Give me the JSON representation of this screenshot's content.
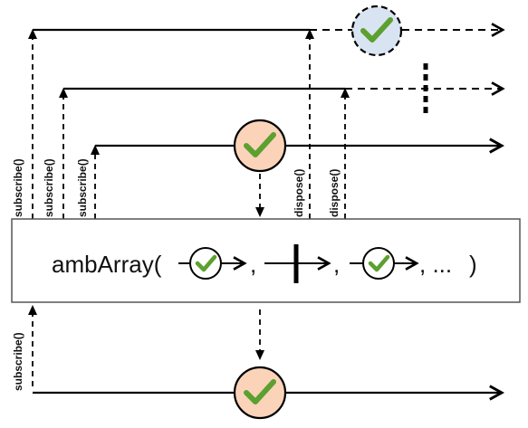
{
  "operator": {
    "name": "ambArray(",
    "separator": ",",
    "ellipsis": ", ...",
    "close": ")"
  },
  "labels": {
    "subscribe": "subscribe()",
    "dispose": "dispose()"
  },
  "icons": {
    "completed": "check-icon",
    "error": "error-bar-icon"
  },
  "colors": {
    "completion_fill": "#fbd3b9",
    "completion_fill_faded": "#d9e4f3",
    "check_green": "#5ca030",
    "line": "#000000",
    "box_border": "#555555"
  }
}
